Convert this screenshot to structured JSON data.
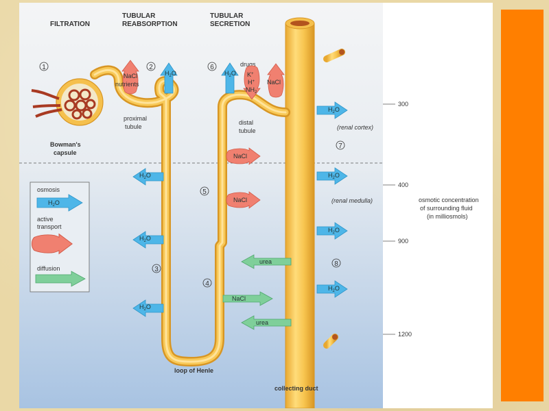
{
  "headers": {
    "filtration": "FILTRATION",
    "reabsorption_1": "TUBULAR",
    "reabsorption_2": "REABSORPTION",
    "secretion_1": "TUBULAR",
    "secretion_2": "SECRETION"
  },
  "structures": {
    "bowman_1": "Bowman's",
    "bowman_2": "capsule",
    "proximal_1": "proximal",
    "proximal_2": "tubule",
    "distal_1": "distal",
    "distal_2": "tubule",
    "loop": "loop of Henle",
    "collecting": "collecting duct"
  },
  "steps": [
    "1",
    "2",
    "3",
    "4",
    "5",
    "6",
    "7",
    "8"
  ],
  "substances": {
    "water": "H",
    "water_sub": "2",
    "water_end": "O",
    "nacl": "NaCl",
    "nutrients": "nutrients",
    "drugs": "drugs",
    "k": "K",
    "h": "H",
    "nh": "NH",
    "nh_sub": "3",
    "urea": "urea",
    "plus": "+"
  },
  "regions": {
    "cortex": "(renal cortex)",
    "medulla": "(renal medulla)"
  },
  "scale": {
    "values": [
      "300",
      "400",
      "900",
      "1200"
    ],
    "caption_1": "osmotic concentration",
    "caption_2": "of surrounding fluid",
    "caption_3": "(in milliosmols)"
  },
  "legend": {
    "osmosis": "osmosis",
    "active_1": "active",
    "active_2": "transport",
    "diffusion": "diffusion"
  },
  "colors": {
    "water": "#4eb6e8",
    "active": "#f08070",
    "diffusion": "#7fcf9a",
    "tubule": "#f5c04d",
    "duct": "#f5c04d",
    "accent": "#ff7f00"
  }
}
